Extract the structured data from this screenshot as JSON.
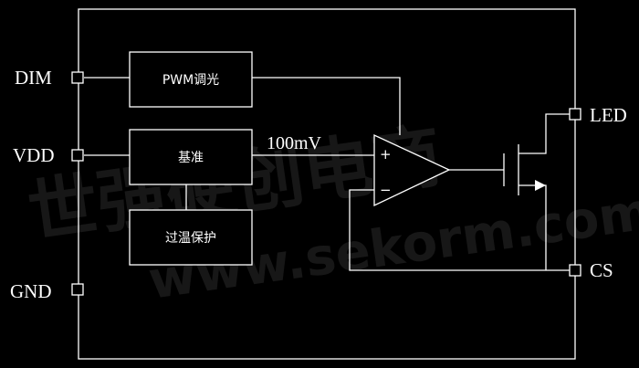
{
  "pins": {
    "dim": "DIM",
    "vdd": "VDD",
    "gnd": "GND",
    "led": "LED",
    "cs": "CS"
  },
  "blocks": {
    "pwm": "PWM调光",
    "reference": "基准",
    "thermal": "过温保护"
  },
  "net_label": "100mV",
  "comparator": {
    "plus": "+",
    "minus": "−"
  },
  "watermark": {
    "cn": "世强硬创电商",
    "en": "www.sekorm.com"
  }
}
